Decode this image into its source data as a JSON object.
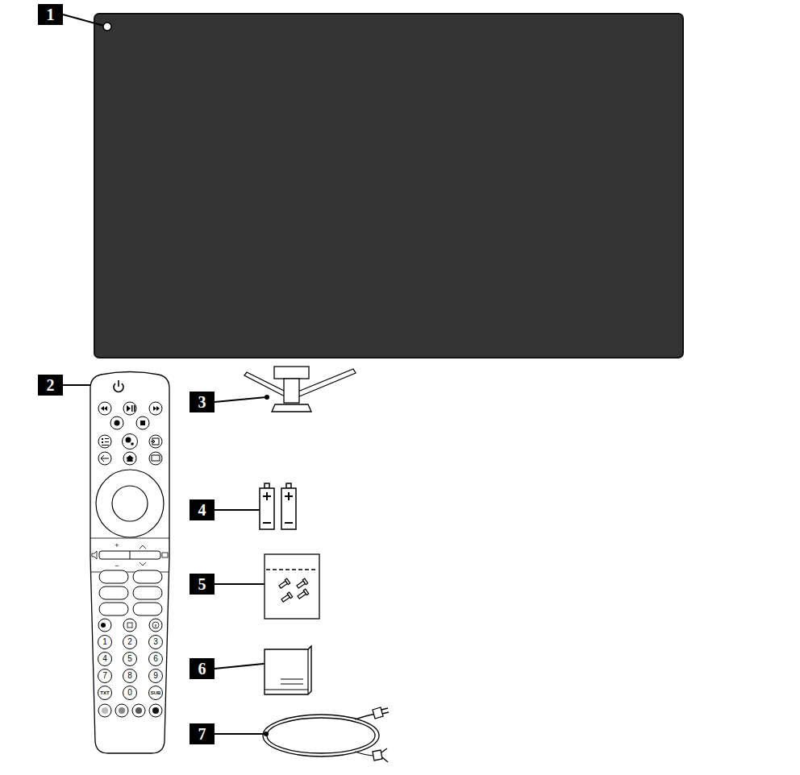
{
  "diagram": {
    "labels": [
      "1",
      "2",
      "3",
      "4",
      "5",
      "6",
      "7",
      "1",
      "2",
      "3",
      "4",
      "5",
      "6",
      "7",
      "8",
      "9",
      "TXT",
      "0",
      "SUB",
      "+",
      "−"
    ]
  }
}
